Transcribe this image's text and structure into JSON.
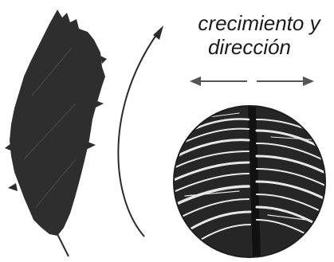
{
  "caption": {
    "line1": "crecimiento y",
    "line2": "dirección"
  },
  "icons": {
    "feather": "feather-icon",
    "growth_arrow": "curved-arrow-icon",
    "direction_arrows": "double-headed-arrow-icon",
    "magnified_view": "magnified-feather-detail"
  },
  "colors": {
    "ink": "#2b2b2b",
    "background": "#ffffff"
  }
}
